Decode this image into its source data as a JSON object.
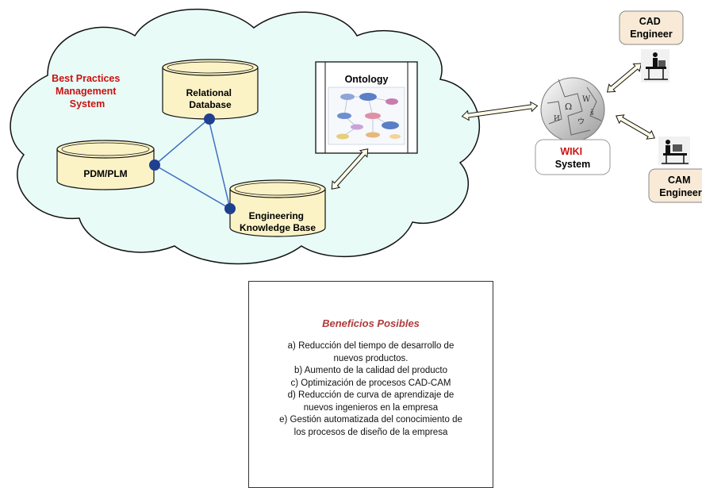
{
  "cloud": {
    "title_lines": [
      "Best Practices",
      "Management",
      "System"
    ]
  },
  "nodes": {
    "relational": {
      "lines": [
        "Relational",
        "Database"
      ]
    },
    "pdm": {
      "lines": [
        "PDM/PLM"
      ]
    },
    "ekb": {
      "lines": [
        "Engineering",
        "Knowledge Base"
      ]
    },
    "ontology": {
      "label": "Ontology"
    },
    "wiki": {
      "lines": [
        "WIKI",
        "System"
      ]
    },
    "cad": {
      "lines": [
        "CAD",
        "Engineer"
      ]
    },
    "cam": {
      "lines": [
        "CAM",
        "Engineer"
      ]
    }
  },
  "benefits": {
    "title": "Beneficios Posibles",
    "lines": [
      "a) Reducción del tiempo de desarrollo de",
      "nuevos productos.",
      "b) Aumento de la calidad del producto",
      "c) Optimización de procesos CAD-CAM",
      "d) Reducción de curva de aprendizaje de",
      "nuevos ingenieros en la empresa",
      "e) Gestión automatizada del conocimiento de",
      "los procesos de diseño de la empresa"
    ]
  },
  "colors": {
    "cloud_fill": "#e8fbf6",
    "cylinder_fill": "#fbf3c6",
    "connector": "#3d6fc4",
    "node_dot": "#1f3f8f",
    "arrow_fill": "#fffbe8",
    "accent_red": "#cc1111",
    "engineer_box": "#f8ead6"
  }
}
